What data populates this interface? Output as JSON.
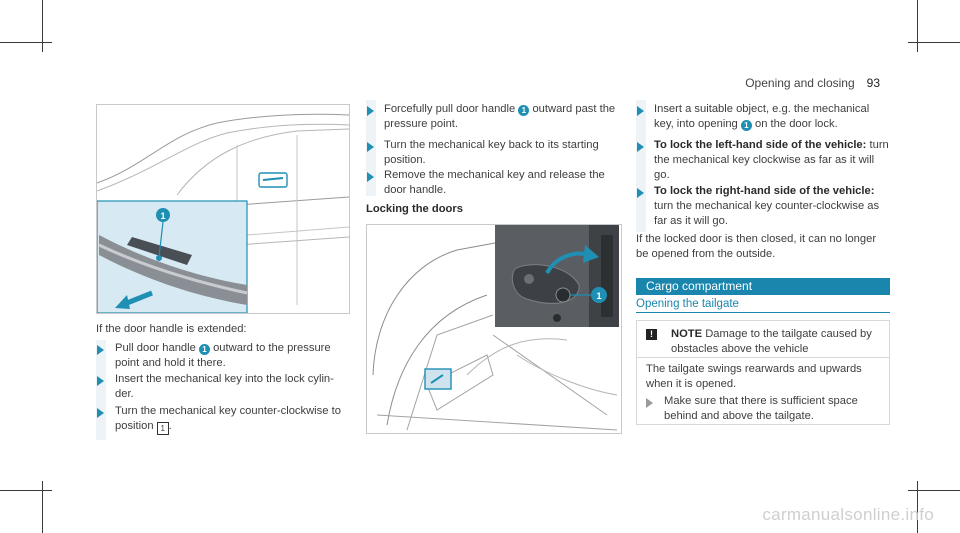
{
  "header": {
    "title": "Opening and closing",
    "page": "93"
  },
  "col1": {
    "intro": "If the door handle is extended:",
    "steps": [
      {
        "pre": "Pull door handle",
        "callout": "1",
        "post": "outward to the pressure point and hold it there."
      },
      {
        "text": "Insert the mechanical key into the lock cylin- der."
      },
      {
        "pre": "Turn the mechanical key counter-clockwise to position",
        "box": "1",
        "post": "."
      }
    ]
  },
  "col2": {
    "steps": [
      {
        "pre": "Forcefully pull door handle",
        "callout": "1",
        "post": "outward past the pressure point."
      },
      {
        "text": "Turn the mechanical key back to its starting position."
      },
      {
        "text": "Remove the mechanical key and release the door handle."
      }
    ],
    "subheading": "Locking the doors"
  },
  "col3": {
    "steps": [
      {
        "pre": "Insert a suitable object, e.g. the mechanical key, into opening",
        "callout": "1",
        "post": "on the door lock."
      },
      {
        "bold": "To lock the left-hand side of the vehicle:",
        "post": "turn the mechanical key clockwise as far as it will go."
      },
      {
        "bold": "To lock the right-hand side of the vehicle:",
        "post": "turn the mechanical key counter-clockwise as far as it will go."
      }
    ],
    "para": "If the locked door is then closed, it can no longer be opened from the outside.",
    "section_heading": "Cargo compartment",
    "subheading": "Opening the tailgate",
    "note": {
      "label": "NOTE",
      "text": "Damage to the tailgate caused by obstacles above the vehicle",
      "body": "The tailgate swings rearwards and upwards when it is opened.",
      "action": "Make sure that there is sufficient space behind and above the tailgate."
    }
  },
  "illustration_callout": "1",
  "watermark": "carmanualsonline.info",
  "colors": {
    "accent": "#1a86ad",
    "callout": "#1f8fb4"
  }
}
